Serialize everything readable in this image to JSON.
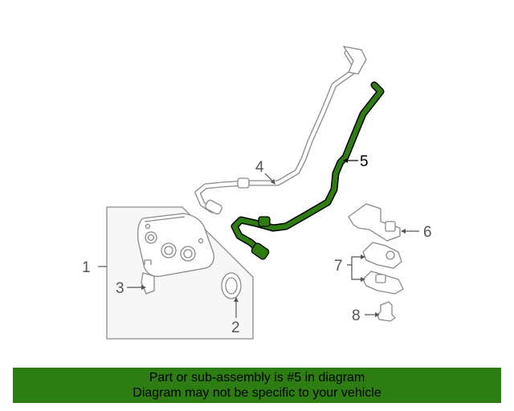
{
  "callouts": {
    "c1": "1",
    "c2": "2",
    "c3": "3",
    "c4": "4",
    "c5": "5",
    "c6": "6",
    "c7": "7",
    "c8": "8"
  },
  "banner": {
    "line1": "Part or sub-assembly is #5 in diagram",
    "line2": "Diagram may not be specific to your vehicle"
  },
  "colors": {
    "highlight": "#2e7d12",
    "banner_bg": "#2e7d12",
    "outline": "#8a8a8a"
  }
}
